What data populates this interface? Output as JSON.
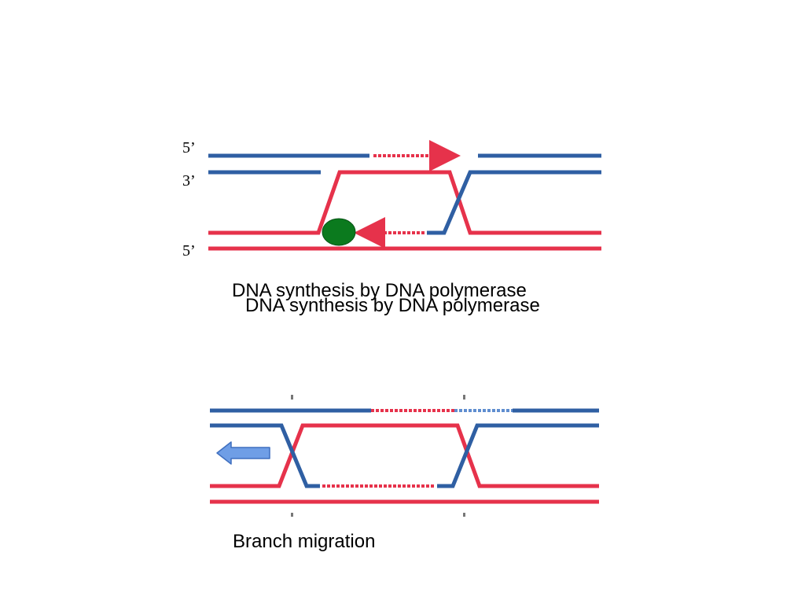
{
  "panel_top": {
    "end_labels": {
      "top_strand_5": "5’",
      "second_strand_3": "3’",
      "bottom_strand_5": "5’"
    },
    "caption_1": "DNA synthesis by DNA polymerase",
    "caption_2": "DNA synthesis by DNA polymerase"
  },
  "panel_bottom": {
    "caption": "Branch migration"
  },
  "colors": {
    "blue_strand": "#2f5fa3",
    "red_strand": "#e6324b",
    "polymerase": "#0b7a1e",
    "arrow_fill": "#6f9ee6",
    "arrow_stroke": "#3f6fbf"
  },
  "icons": {
    "polymerase": "green-ellipse",
    "migration_direction": "left-arrow"
  }
}
